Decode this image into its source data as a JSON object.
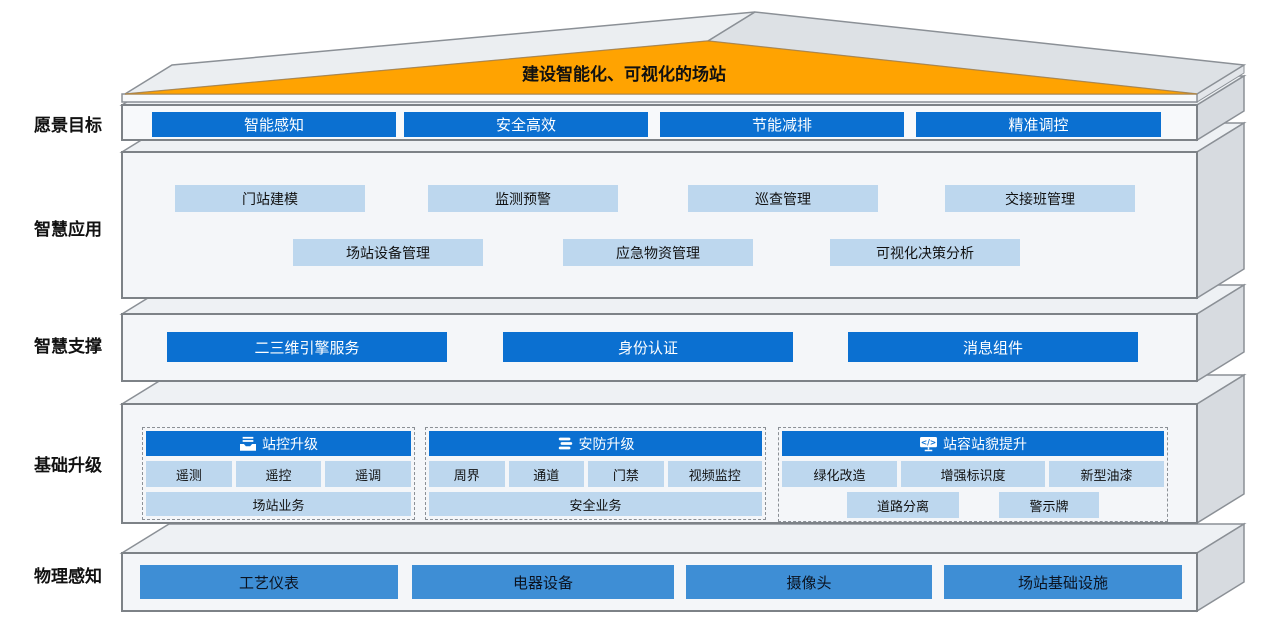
{
  "roof": {
    "title": "建设智能化、可视化的场站"
  },
  "palette": {
    "vivid_blue": "#0B70D1",
    "light_blue": "#BDD7EE",
    "medium_blue": "#3E8ED5",
    "orange": "#FFA301",
    "slab_front": "#F4F6F9",
    "slab_side": "#D7DBE0"
  },
  "layers": {
    "vision": {
      "label": "愿景目标",
      "items": [
        "智能感知",
        "安全高效",
        "节能减排",
        "精准调控"
      ]
    },
    "applications": {
      "label": "智慧应用",
      "row1": [
        "门站建模",
        "监测预警",
        "巡查管理",
        "交接班管理"
      ],
      "row2": [
        "场站设备管理",
        "应急物资管理",
        "可视化决策分析"
      ]
    },
    "support": {
      "label": "智慧支撑",
      "items": [
        "二三维引擎服务",
        "身份认证",
        "消息组件"
      ]
    },
    "upgrade": {
      "label": "基础升级",
      "groups": [
        {
          "icon": "inbox-icon",
          "title": "站控升级",
          "cells": [
            "遥测",
            "遥控",
            "遥调"
          ],
          "footer": "场站业务"
        },
        {
          "icon": "layers-icon",
          "title": "安防升级",
          "cells": [
            "周界",
            "通道",
            "门禁",
            "视频监控"
          ],
          "footer": "安全业务"
        },
        {
          "icon": "code-monitor-icon",
          "title": "站容站貌提升",
          "cells": [
            "绿化改造",
            "增强标识度",
            "新型油漆"
          ],
          "cells2": [
            "道路分离",
            "警示牌"
          ]
        }
      ]
    },
    "physical": {
      "label": "物理感知",
      "items": [
        "工艺仪表",
        "电器设备",
        "摄像头",
        "场站基础设施"
      ]
    }
  }
}
